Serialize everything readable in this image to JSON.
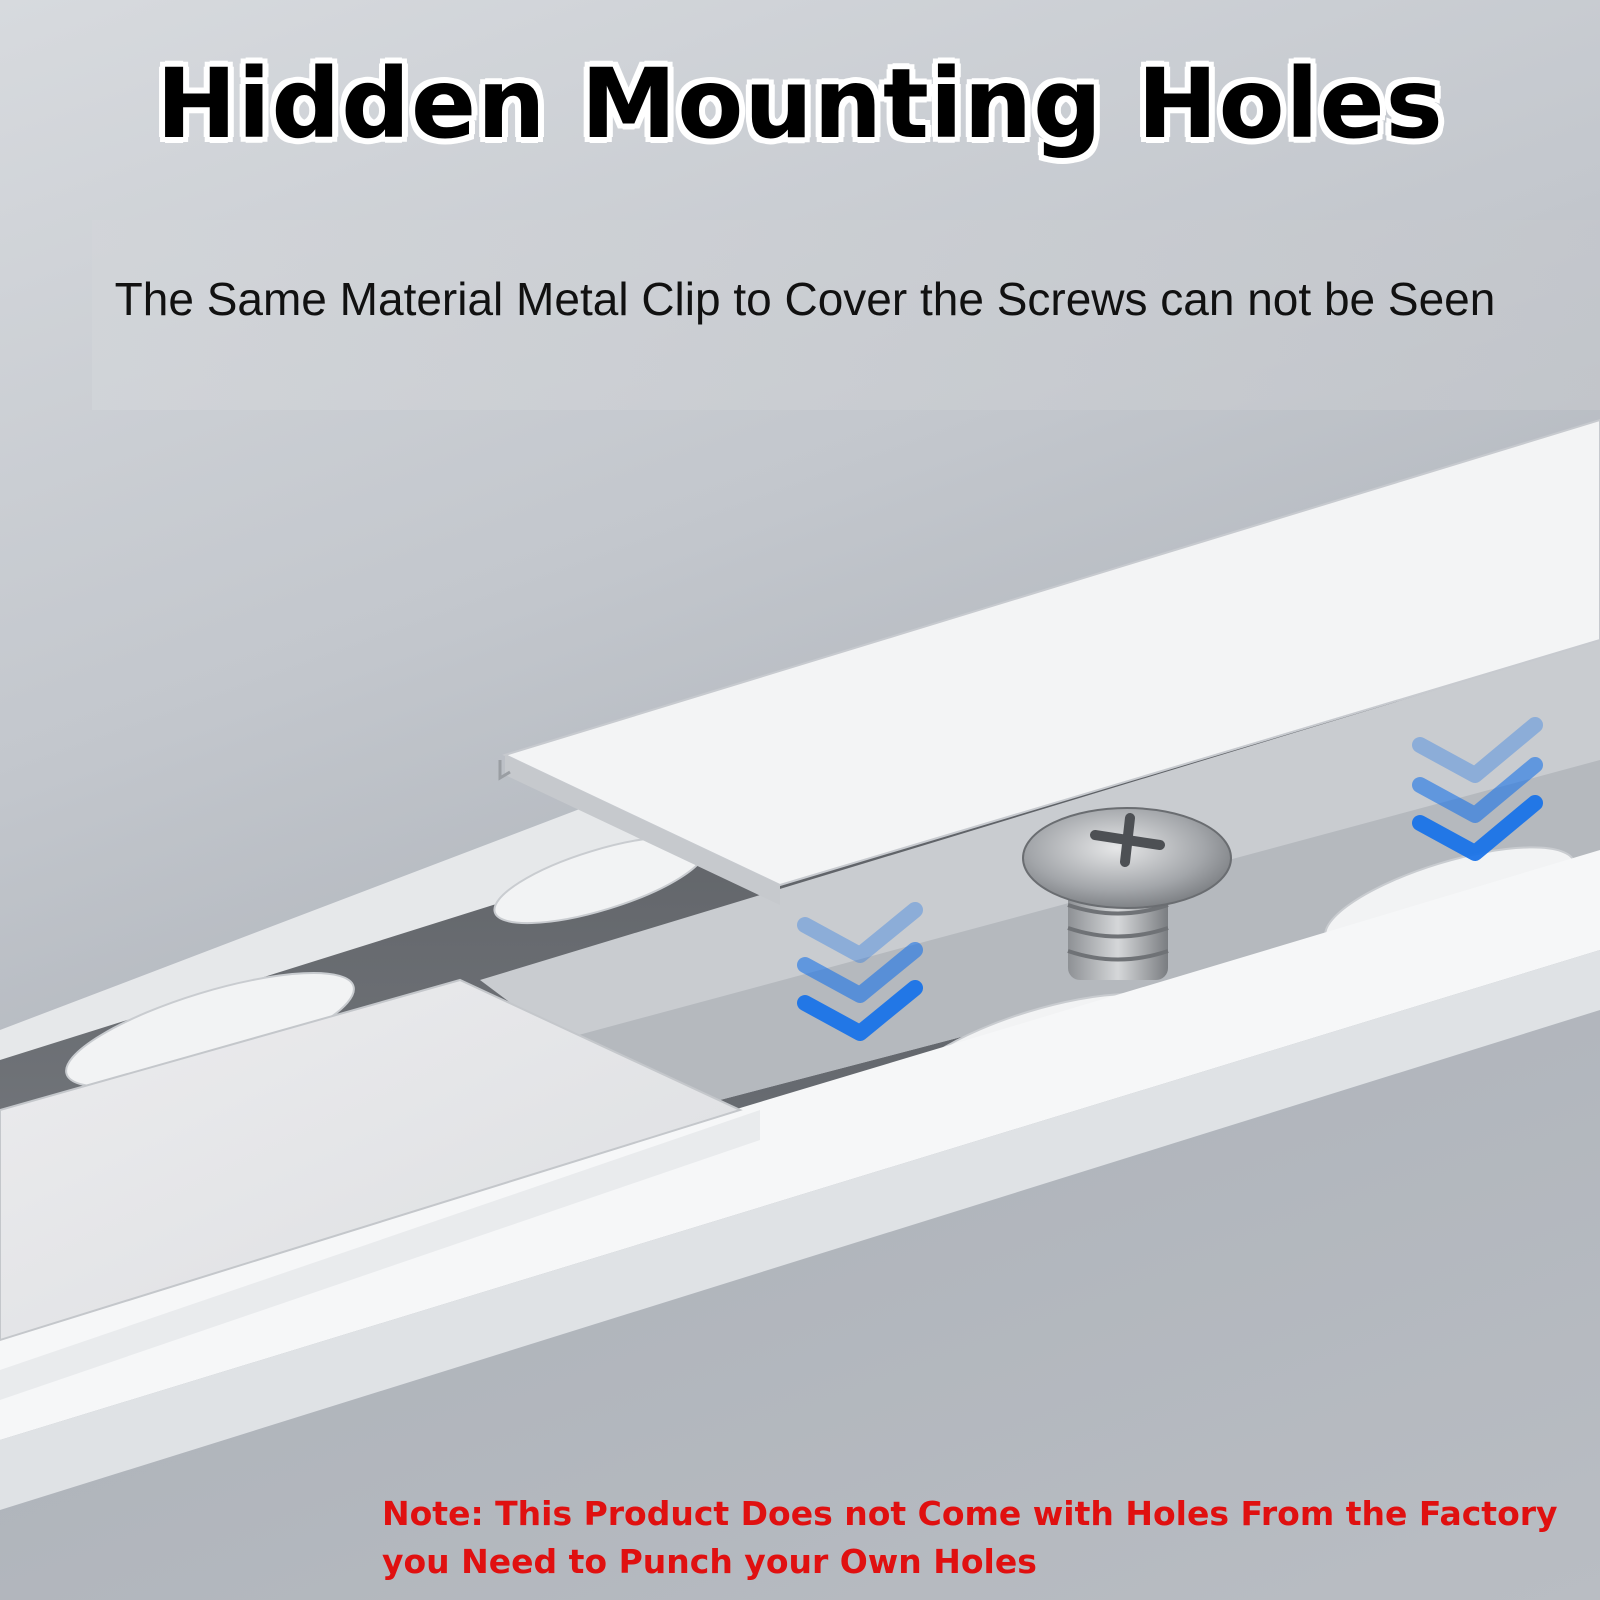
{
  "header": {
    "title": "Hidden Mounting Holes",
    "subtitle": "The Same Material Metal Clip to Cover the Screws can not be Seen"
  },
  "note": {
    "line1": "Note: This Product Does not Come with Holes From the Factory",
    "line2": "you Need to Punch your Own Holes"
  },
  "colors": {
    "title_text": "#000000",
    "title_outline": "#ffffff",
    "note_text": "#e01010",
    "arrow_blue": "#1a73e8"
  },
  "icons": [
    "down-chevron-arrows-icon",
    "screw-icon"
  ]
}
